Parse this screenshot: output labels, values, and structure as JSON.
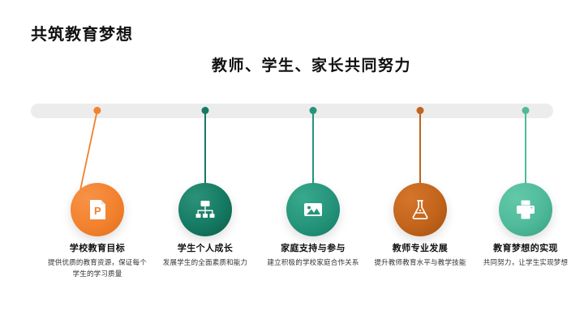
{
  "slide": {
    "title": "共筑教育梦想",
    "subtitle": "教师、学生、家长共同努力",
    "background_color": "#ffffff",
    "timeline_bar_color": "#ececec"
  },
  "nodes": [
    {
      "label": "学校教育目标",
      "description": "提供优质的教育资源，保证每个学生的学习质量",
      "icon": "presentation-document-icon",
      "color": "#F2822E",
      "dot_color": "#F2822E"
    },
    {
      "label": "学生个人成长",
      "description": "发展学生的全面素质和能力",
      "icon": "org-chart-icon",
      "color": "#157A63",
      "dot_color": "#157A63"
    },
    {
      "label": "家庭支持与参与",
      "description": "建立积极的学校家庭合作关系",
      "icon": "image-photo-icon",
      "color": "#25947B",
      "dot_color": "#25947B"
    },
    {
      "label": "教师专业发展",
      "description": "提升教师教育水平与教学技能",
      "icon": "flask-icon",
      "color": "#C2641B",
      "dot_color": "#C2641B"
    },
    {
      "label": "教育梦想的实现",
      "description": "共同努力，让学生实现梦想",
      "icon": "printer-icon",
      "color": "#4FBA9A",
      "dot_color": "#4FBA9A"
    }
  ]
}
